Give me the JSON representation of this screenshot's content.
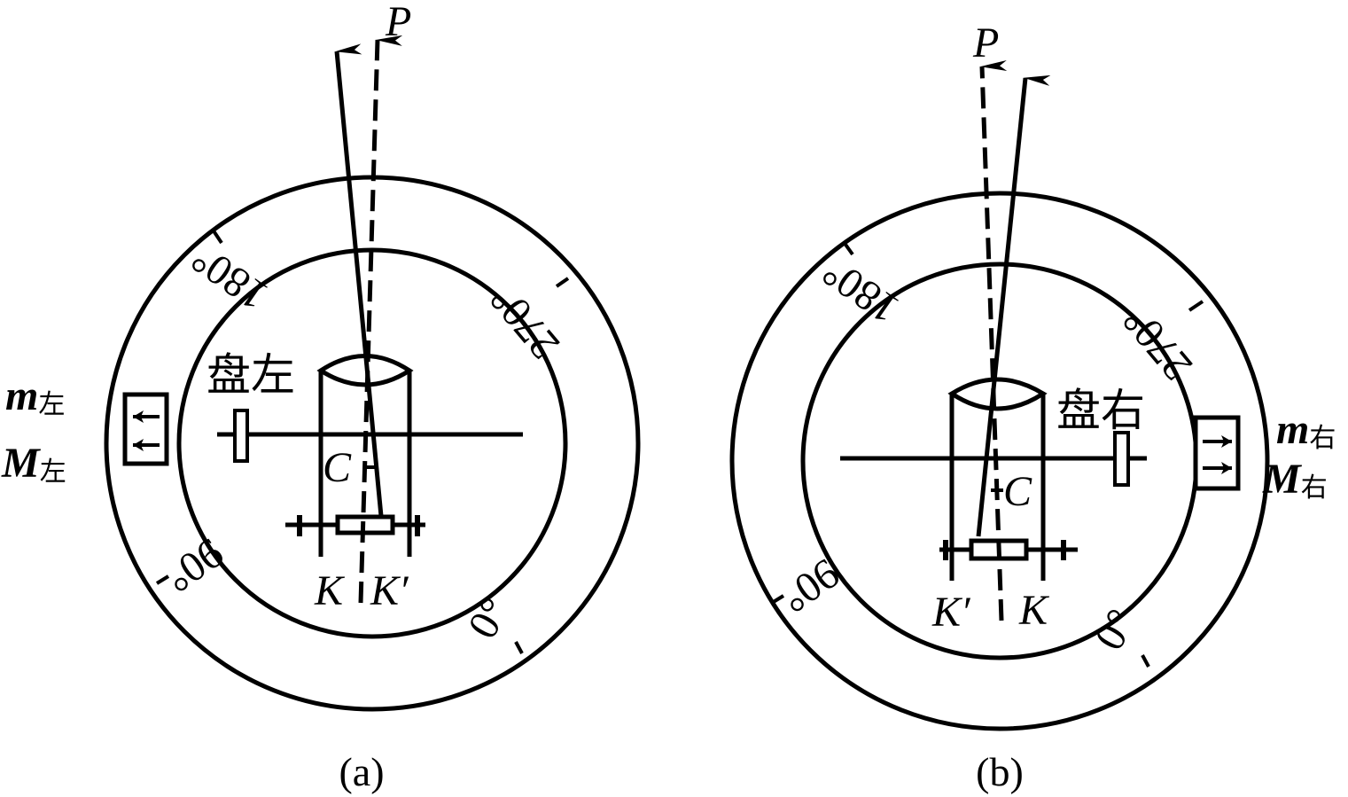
{
  "figures": [
    {
      "id": "a",
      "caption": "(a)",
      "face_label": "盘左",
      "pointer_small": "m",
      "pointer_small_sub": "左",
      "pointer_big": "M",
      "pointer_big_sub": "左",
      "arrow_direction": "left",
      "scale_labels": [
        "180°",
        "270°",
        "90°",
        "0°"
      ],
      "target_label": "P",
      "center_label": "C",
      "index_labels": [
        "K",
        "K′"
      ]
    },
    {
      "id": "b",
      "caption": "(b)",
      "face_label": "盘右",
      "pointer_small": "m",
      "pointer_small_sub": "右",
      "pointer_big": "M",
      "pointer_big_sub": "右",
      "arrow_direction": "right",
      "scale_labels": [
        "180°",
        "270°",
        "90°",
        "0°"
      ],
      "target_label": "P",
      "center_label": "C",
      "index_labels": [
        "K′",
        "K"
      ]
    }
  ]
}
